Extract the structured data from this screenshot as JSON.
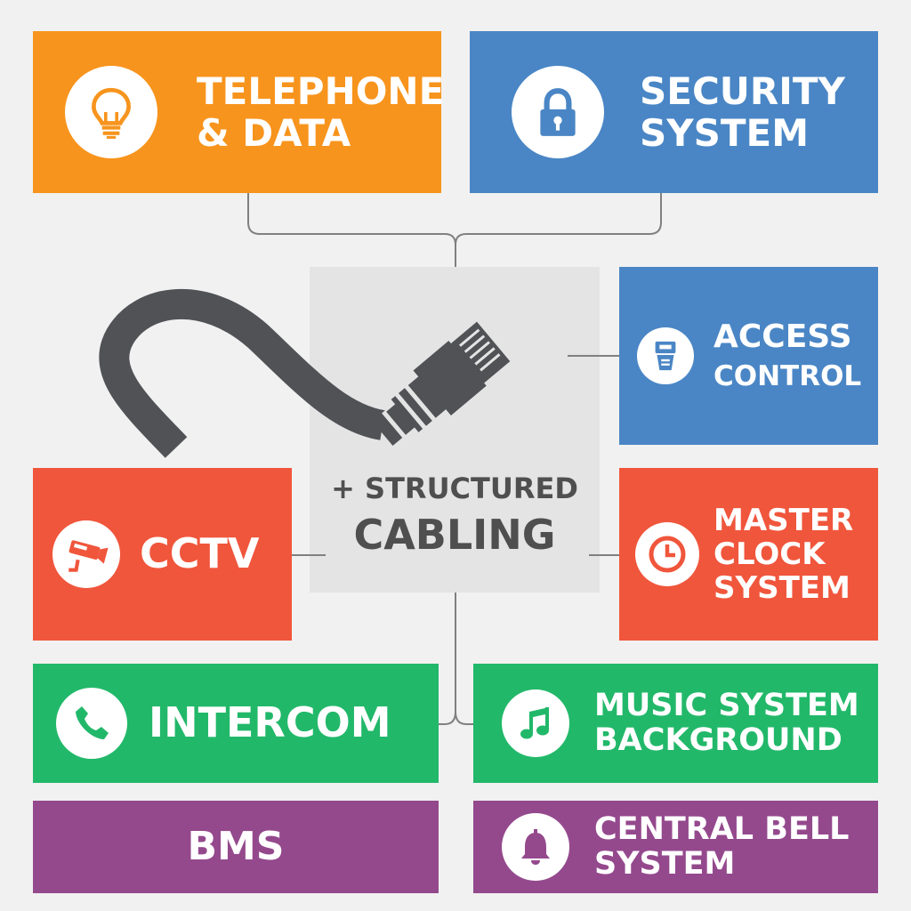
{
  "center": {
    "line1": "+ STRUCTURED",
    "line2": "CABLING",
    "icon": "ethernet-cable-icon"
  },
  "systems": {
    "telephone": {
      "line1": "TELEPHONE",
      "line2": "& DATA",
      "icon": "lightbulb-icon",
      "color": "#f7941d"
    },
    "security": {
      "line1": "SECURITY",
      "line2": "SYSTEM",
      "icon": "padlock-icon",
      "color": "#4a86c5"
    },
    "access": {
      "line1": "ACCESS",
      "line2": "CONTROL",
      "icon": "card-reader-icon",
      "color": "#4a86c5"
    },
    "cctv": {
      "line1": "CCTV",
      "icon": "camera-icon",
      "color": "#f0563c"
    },
    "clock": {
      "line1": "MASTER",
      "line2": "CLOCK",
      "line3": "SYSTEM",
      "icon": "clock-icon",
      "color": "#f0563c"
    },
    "intercom": {
      "line1": "INTERCOM",
      "icon": "phone-icon",
      "color": "#22b86a"
    },
    "music": {
      "line1": "MUSIC SYSTEM",
      "line2": "BACKGROUND",
      "icon": "music-note-icon",
      "color": "#22b86a"
    },
    "bms": {
      "line1": "BMS",
      "color": "#94498d"
    },
    "bell": {
      "line1": "CENTRAL BELL",
      "line2": "SYSTEM",
      "icon": "bell-icon",
      "color": "#94498d"
    }
  }
}
